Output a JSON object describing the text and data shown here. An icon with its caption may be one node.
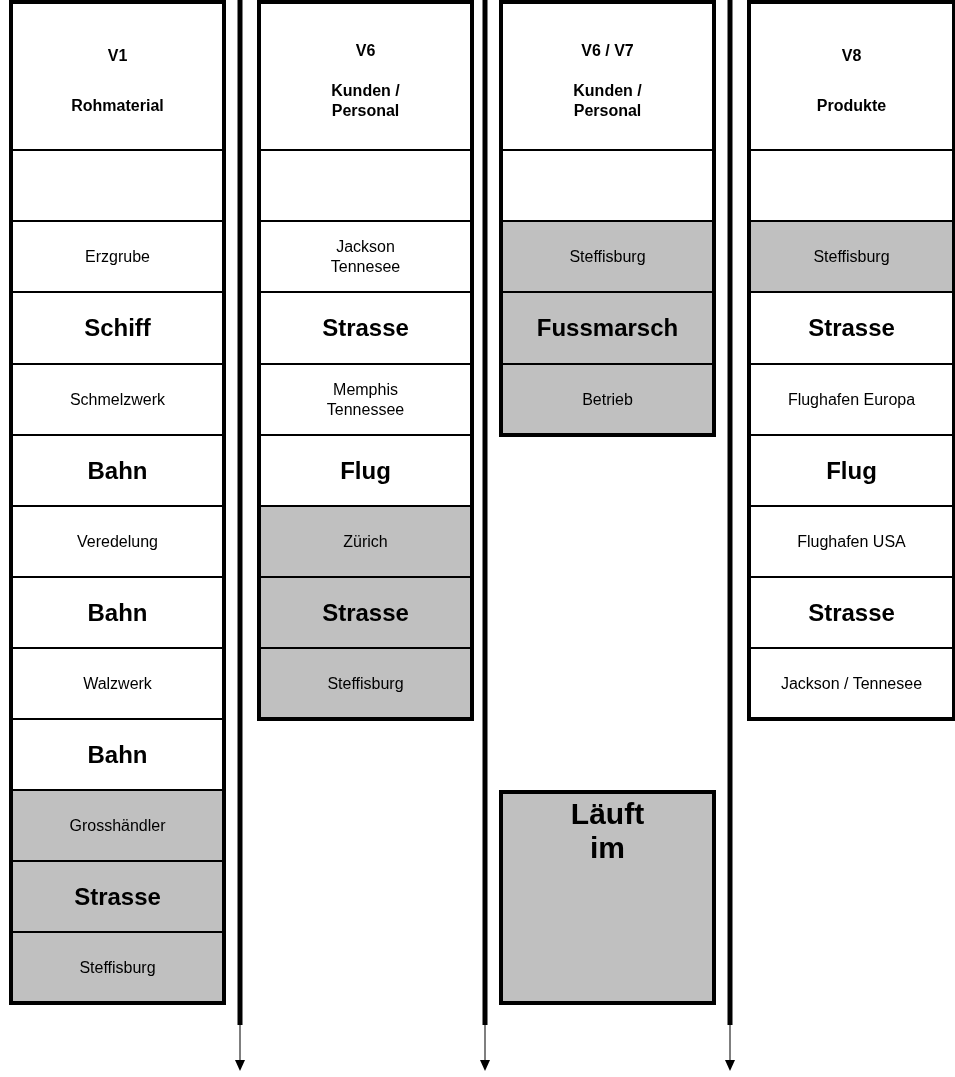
{
  "diagram": {
    "nodes": [
      {
        "text": [
          "V1",
          "Rohmaterial"
        ]
      },
      {
        "text": [],
        "shape": "box"
      },
      {
        "text": [
          "Erzgrube"
        ]
      },
      {
        "text": [
          "Schiff"
        ]
      },
      {
        "text": [
          "Schmelzwerk"
        ]
      },
      {
        "text": [
          "Bahn"
        ]
      },
      {
        "text": [
          "Veredelung"
        ]
      },
      {
        "text": [
          "Bahn"
        ]
      },
      {
        "text": [
          "Walzwerk"
        ]
      },
      {
        "text": [
          "Bahn"
        ]
      },
      {
        "text": [
          "Grosshändler"
        ]
      },
      {
        "text": [
          "Strasse"
        ]
      },
      {
        "text": [
          "Steffisburg"
        ]
      },
      {
        "text": [
          "V6",
          "Kunden / Personal"
        ]
      },
      {
        "text": [],
        "shape": "box"
      },
      {
        "text": [
          "Jackson Tennesee"
        ]
      },
      {
        "text": [
          "Strasse"
        ]
      },
      {
        "text": [
          "Memphis Tennessee"
        ]
      },
      {
        "text": [
          "Flug"
        ]
      },
      {
        "text": [
          "Zürich"
        ]
      },
      {
        "text": [
          "Strasse"
        ]
      },
      {
        "text": [
          "Steffisburg"
        ]
      },
      {
        "text": [
          "V6 / V7",
          "Kunden / Personal"
        ]
      },
      {
        "text": [],
        "shape": "box"
      },
      {
        "text": [
          "Steffisburg"
        ]
      },
      {
        "text": [
          "Fussmarsch"
        ]
      },
      {
        "text": [
          "Betrieb"
        ]
      },
      {
        "text": [
          "Läuft im"
        ]
      },
      {
        "text": [
          "V8",
          "Produkte"
        ]
      },
      {
        "text": [],
        "shape": "box"
      },
      {
        "text": [
          "Steffisburg"
        ]
      },
      {
        "text": [
          "Strasse"
        ]
      },
      {
        "text": [
          "Flughafen Europa"
        ]
      },
      {
        "text": [
          "Flug"
        ]
      },
      {
        "text": [
          "Flughafen USA"
        ]
      },
      {
        "text": [
          "Strasse"
        ]
      },
      {
        "text": [
          "Jackson / Tennesee"
        ]
      }
    ],
    "edges": []
  }
}
